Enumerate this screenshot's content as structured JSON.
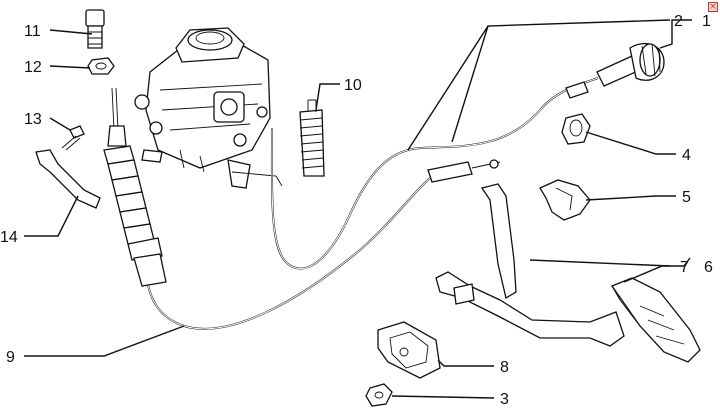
{
  "labels": {
    "l1": "1",
    "l2": "2",
    "l3": "3",
    "l4": "4",
    "l5": "5",
    "l6": "6",
    "l7": "7",
    "l8": "8",
    "l9": "9",
    "l10": "10",
    "l11": "11",
    "l12": "12",
    "l13": "13",
    "l14": "14"
  },
  "close_glyph": "×"
}
